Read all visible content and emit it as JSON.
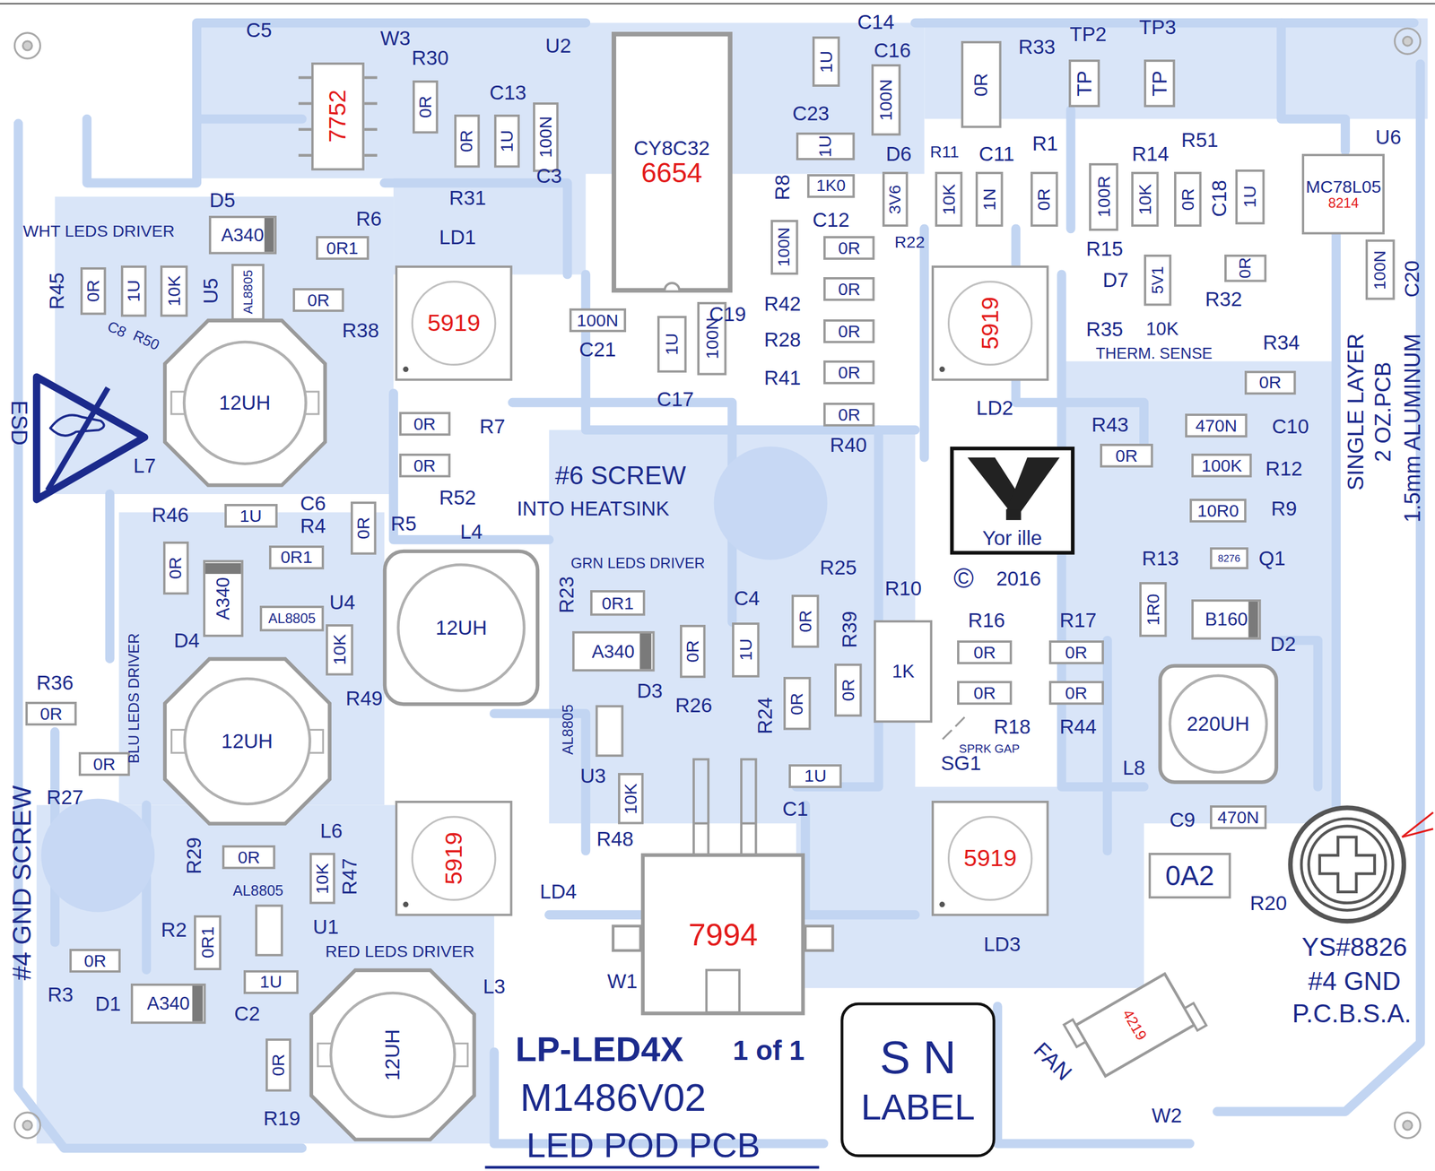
{
  "diagram": {
    "title": "LP-LED4X",
    "nodes": [
      {
        "text": [
          "7752"
        ]
      },
      {
        "text": [
          "0R"
        ]
      },
      {
        "text": [
          "0R"
        ]
      },
      {
        "text": [
          "1U"
        ]
      },
      {
        "text": [
          "100N"
        ]
      },
      {
        "text": [
          "CY8C32",
          "6654"
        ]
      },
      {
        "text": [
          "1U"
        ]
      },
      {
        "text": [
          "100N"
        ]
      },
      {
        "text": [
          "0R"
        ]
      },
      {
        "text": [
          "TP"
        ]
      },
      {
        "text": [
          "TP"
        ]
      },
      {
        "text": [
          "1U"
        ]
      },
      {
        "text": [
          "1K0"
        ]
      },
      {
        "text": [
          "3V6"
        ]
      },
      {
        "text": [
          "10K"
        ]
      },
      {
        "text": [
          "1N"
        ]
      },
      {
        "text": [
          "0R"
        ]
      },
      {
        "text": [
          "100R"
        ]
      },
      {
        "text": [
          "10K"
        ]
      },
      {
        "text": [
          "0R"
        ]
      },
      {
        "text": [
          "1U"
        ]
      },
      {
        "text": [
          "MC78L05",
          "8214"
        ]
      },
      {
        "text": [
          "100N"
        ]
      },
      {
        "text": [
          "0R"
        ]
      },
      {
        "text": [
          "0R"
        ]
      },
      {
        "text": [
          "0R"
        ]
      },
      {
        "text": [
          "0R"
        ]
      },
      {
        "text": [
          "0R"
        ]
      },
      {
        "text": [
          "5V1"
        ]
      },
      {
        "text": [
          "0R"
        ]
      },
      {
        "text": [
          "100N"
        ]
      },
      {
        "text": [
          "100N"
        ]
      },
      {
        "text": [
          "1U"
        ]
      },
      {
        "text": [
          "100N"
        ]
      },
      {
        "text": [
          "5919"
        ]
      },
      {
        "text": [
          "5919"
        ]
      },
      {
        "text": [
          "A340"
        ]
      },
      {
        "text": [
          "0R1"
        ]
      },
      {
        "text": [
          "0R"
        ]
      },
      {
        "text": [
          "1U"
        ]
      },
      {
        "text": [
          "10K"
        ]
      },
      {
        "text": [
          "AL8805"
        ]
      },
      {
        "text": [
          "0R"
        ]
      },
      {
        "text": [
          "12UH"
        ]
      },
      {
        "text": [
          "0R"
        ]
      },
      {
        "text": [
          "0R"
        ]
      },
      {
        "text": [
          "0R"
        ]
      },
      {
        "text": [
          "470N"
        ]
      },
      {
        "text": [
          "0R"
        ]
      },
      {
        "text": [
          "100K"
        ]
      },
      {
        "text": [
          "10R0"
        ]
      },
      {
        "text": [
          "1U"
        ]
      },
      {
        "text": [
          "0R"
        ]
      },
      {
        "text": [
          "Yor ille"
        ]
      },
      {
        "text": [
          "8276"
        ]
      },
      {
        "text": [
          "0R"
        ]
      },
      {
        "text": [
          "0R1"
        ]
      },
      {
        "text": [
          "12UH"
        ]
      },
      {
        "text": [
          "1R0"
        ]
      },
      {
        "text": [
          "0R1"
        ]
      },
      {
        "text": [
          "A340"
        ]
      },
      {
        "text": [
          "B160"
        ]
      },
      {
        "text": [
          "0R"
        ]
      },
      {
        "text": [
          "AL8805"
        ]
      },
      {
        "text": [
          "1U"
        ]
      },
      {
        "text": [
          "0R"
        ]
      },
      {
        "text": [
          "A340"
        ]
      },
      {
        "text": [
          "10K"
        ]
      },
      {
        "text": [
          "1K"
        ]
      },
      {
        "text": [
          "0R"
        ]
      },
      {
        "text": [
          "0R"
        ]
      },
      {
        "text": [
          "12UH"
        ]
      },
      {
        "text": [
          "220UH"
        ]
      },
      {
        "text": [
          "0R"
        ]
      },
      {
        "text": [
          "0R"
        ]
      },
      {
        "text": [
          "0R"
        ]
      },
      {
        "text": [
          "0R"
        ]
      },
      {
        "text": [
          "0R"
        ]
      },
      {
        "text": [
          "0R"
        ]
      },
      {
        "text": [
          "1U"
        ]
      },
      {
        "text": [
          "10K"
        ]
      },
      {
        "text": [
          "470N"
        ]
      },
      {
        "text": [
          "5919"
        ]
      },
      {
        "text": [
          "5919"
        ]
      },
      {
        "text": [
          "0R"
        ]
      },
      {
        "text": [
          "10K"
        ]
      },
      {
        "text": [
          "7994"
        ]
      },
      {
        "text": [
          "0A2"
        ]
      },
      {
        "text": [
          "0R1"
        ]
      },
      {
        "text": [
          "0R"
        ]
      },
      {
        "text": [
          "1U"
        ]
      },
      {
        "text": [
          "12UH"
        ]
      },
      {
        "text": [
          "A340"
        ]
      },
      {
        "text": [
          "S N",
          "LABEL"
        ]
      },
      {
        "text": [
          "4219"
        ]
      },
      {
        "text": [
          "0R"
        ]
      }
    ],
    "labels": [
      "C5",
      "W3",
      "R30",
      "U2",
      "C13",
      "C3",
      "R31",
      "C14",
      "C16",
      "R33",
      "TP2",
      "TP3",
      "C23",
      "R8",
      "D6",
      "R11",
      "C11",
      "R1",
      "R14",
      "R51",
      "U6",
      "C12",
      "R22",
      "R15",
      "D7",
      "R32",
      "C18",
      "C20",
      "R35",
      "10K",
      "THERM. SENSE",
      "R34",
      "LD1",
      "R6",
      "D5",
      "WHT LEDS DRIVER",
      "R45",
      "U5",
      "C8",
      "R50",
      "R38",
      "ESD",
      "L7",
      "R42",
      "R28",
      "R41",
      "R40",
      "C21",
      "C19",
      "C17",
      "LD2",
      "R43",
      "C10",
      "R12",
      "R9",
      "Q1",
      "R13",
      "D2",
      "R7",
      "R52",
      "#6 SCREW",
      "INTO HEATSINK",
      "C6",
      "R46",
      "R4",
      "R5",
      "L4",
      "GRN LEDS DRIVER",
      "R23",
      "C4",
      "R25",
      "R10",
      "R16",
      "R17",
      "R39",
      "D4",
      "U4",
      "R49",
      "D3",
      "R26",
      "R24",
      "R18",
      "R44",
      "SPRK GAP",
      "SG1",
      "L8",
      "R36",
      "BLU LEDS DRIVER",
      "R27",
      "AL8805",
      "U3",
      "C1",
      "R48",
      "C9",
      "R20",
      "#4 GND SCREW",
      "R29",
      "L6",
      "R47",
      "AL8805",
      "U1",
      "LD4",
      "W1",
      "LD3",
      "YS#8826",
      "#4 GND",
      "P.C.B.S.A.",
      "R2",
      "R3",
      "D1",
      "RED LEDS DRIVER",
      "L3",
      "C2",
      "R19",
      "1 of 1",
      "M1486V02",
      "LED POD PCB",
      "FAN",
      "W2",
      "SINGLE LAYER",
      "2 OZ.PCB",
      "1.5mm ALUMINUM",
      "©",
      "2016"
    ]
  }
}
